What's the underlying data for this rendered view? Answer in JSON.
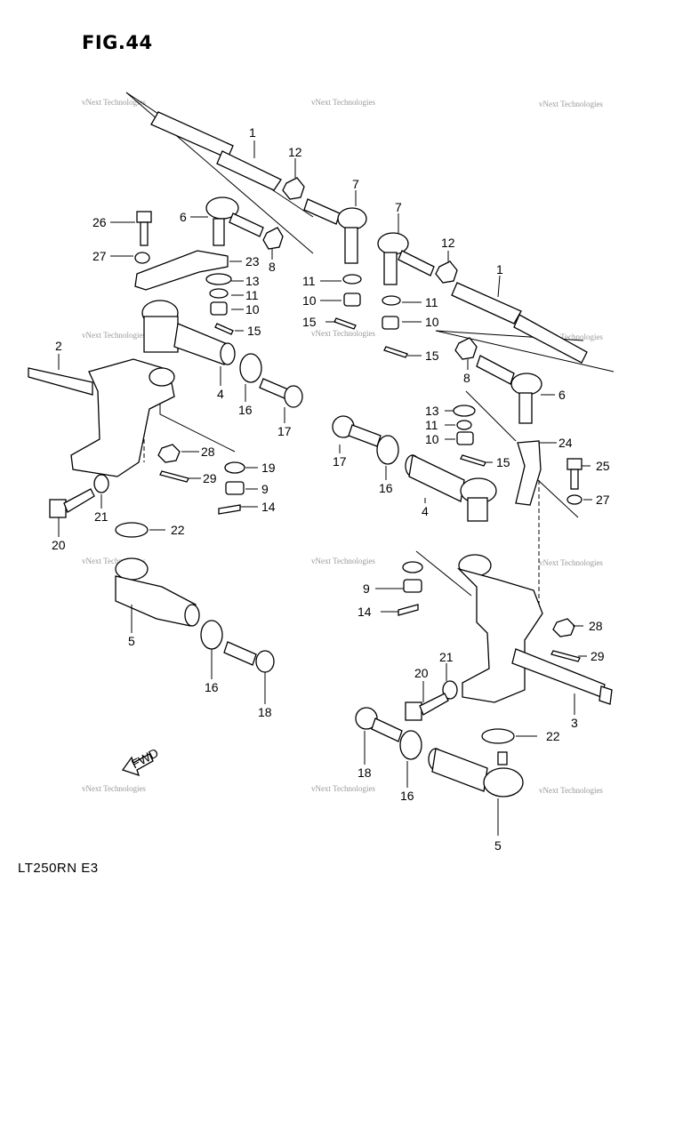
{
  "header": {
    "figure_title": "FIG.44"
  },
  "footer": {
    "model_code": "LT250RN E3"
  },
  "watermark": {
    "text": "vNext Technologies"
  },
  "callouts": [
    {
      "id": "c1a",
      "text": "1"
    },
    {
      "id": "c12a",
      "text": "12"
    },
    {
      "id": "c26",
      "text": "26"
    },
    {
      "id": "c6a",
      "text": "6"
    },
    {
      "id": "c8a",
      "text": "8"
    },
    {
      "id": "c7a",
      "text": "7"
    },
    {
      "id": "c7b",
      "text": "7"
    },
    {
      "id": "c12b",
      "text": "12"
    },
    {
      "id": "c27a",
      "text": "27"
    },
    {
      "id": "c23",
      "text": "23"
    },
    {
      "id": "c13a",
      "text": "13"
    },
    {
      "id": "c11a",
      "text": "11"
    },
    {
      "id": "c10a",
      "text": "10"
    },
    {
      "id": "c15a",
      "text": "15"
    },
    {
      "id": "c11b",
      "text": "11"
    },
    {
      "id": "c10b",
      "text": "10"
    },
    {
      "id": "c15b",
      "text": "15"
    },
    {
      "id": "c11c",
      "text": "11"
    },
    {
      "id": "c10c",
      "text": "10"
    },
    {
      "id": "c1b",
      "text": "1"
    },
    {
      "id": "c15c",
      "text": "15"
    },
    {
      "id": "c2",
      "text": "2"
    },
    {
      "id": "c4a",
      "text": "4"
    },
    {
      "id": "c16a",
      "text": "16"
    },
    {
      "id": "c17a",
      "text": "17"
    },
    {
      "id": "c8b",
      "text": "8"
    },
    {
      "id": "c6b",
      "text": "6"
    },
    {
      "id": "c13b",
      "text": "13"
    },
    {
      "id": "c11d",
      "text": "11"
    },
    {
      "id": "c10d",
      "text": "10"
    },
    {
      "id": "c24",
      "text": "24"
    },
    {
      "id": "c28a",
      "text": "28"
    },
    {
      "id": "c19",
      "text": "19"
    },
    {
      "id": "c29a",
      "text": "29"
    },
    {
      "id": "c9a",
      "text": "9"
    },
    {
      "id": "c14a",
      "text": "14"
    },
    {
      "id": "c17b",
      "text": "17"
    },
    {
      "id": "c16b",
      "text": "16"
    },
    {
      "id": "c15d",
      "text": "15"
    },
    {
      "id": "c25",
      "text": "25"
    },
    {
      "id": "c27b",
      "text": "27"
    },
    {
      "id": "c4b",
      "text": "4"
    },
    {
      "id": "c21a",
      "text": "21"
    },
    {
      "id": "c20a",
      "text": "20"
    },
    {
      "id": "c22a",
      "text": "22"
    },
    {
      "id": "c9b",
      "text": "9"
    },
    {
      "id": "c14b",
      "text": "14"
    },
    {
      "id": "c5a",
      "text": "5"
    },
    {
      "id": "c28b",
      "text": "28"
    },
    {
      "id": "c29b",
      "text": "29"
    },
    {
      "id": "c16c",
      "text": "16"
    },
    {
      "id": "c18a",
      "text": "18"
    },
    {
      "id": "c20b",
      "text": "20"
    },
    {
      "id": "c21b",
      "text": "21"
    },
    {
      "id": "c3",
      "text": "3"
    },
    {
      "id": "c22b",
      "text": "22"
    },
    {
      "id": "c18b",
      "text": "18"
    },
    {
      "id": "c16d",
      "text": "16"
    },
    {
      "id": "c5b",
      "text": "5"
    }
  ],
  "fwd_marker": {
    "text": "FWD"
  }
}
